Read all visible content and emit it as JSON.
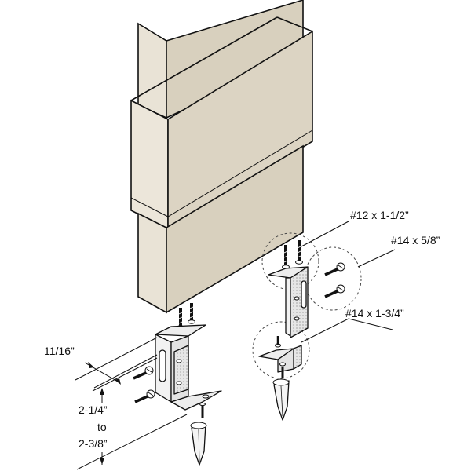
{
  "labels": {
    "screw_12_1_1_2": "#12 x 1-1/2”",
    "screw_14_5_8": "#14 x 5/8”",
    "screw_14_1_3_4": "#14 x 1-3/4”",
    "dim_11_16": "11/16”",
    "dim_range_low": "2-1/4”",
    "dim_range_to": "to",
    "dim_range_high": "2-3/8”"
  },
  "colors": {
    "line": "#111111",
    "post_front": "#e9e3d6",
    "post_side": "#d8d0be",
    "sleeve_front": "#ece6da",
    "sleeve_side": "#dcd4c3",
    "metal": "#ededed",
    "background": "#ffffff"
  }
}
